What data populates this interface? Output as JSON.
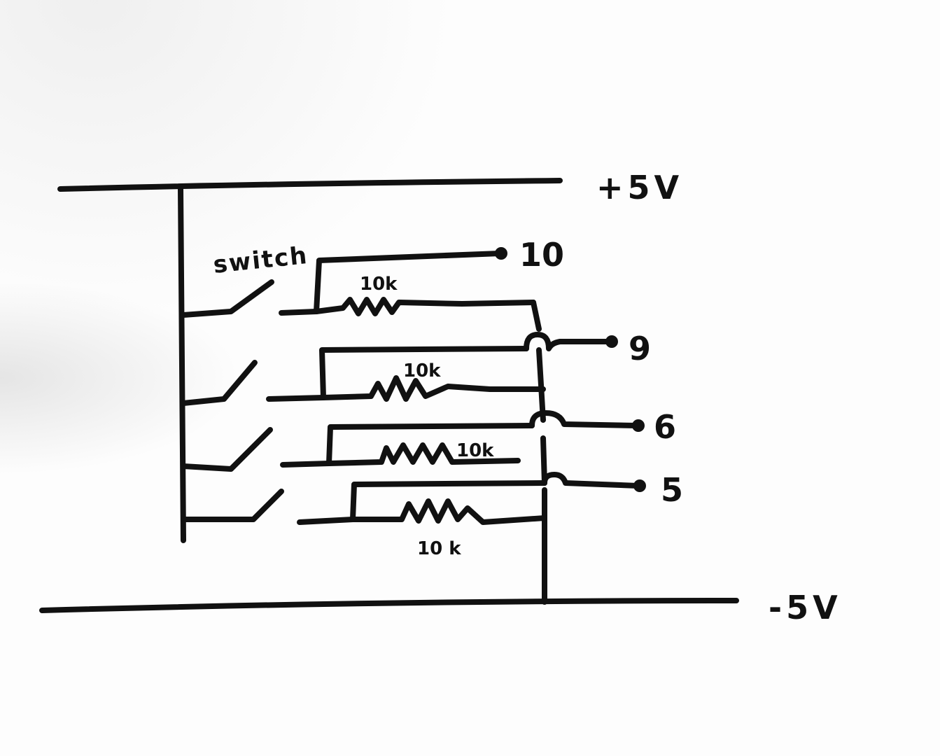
{
  "rails": {
    "top": "+5V",
    "bottom": "-5V"
  },
  "switch_label": "switch",
  "resistors": [
    "10k",
    "10k",
    "10k",
    "10 k"
  ],
  "outputs": [
    "10",
    "9",
    "6",
    "5"
  ]
}
